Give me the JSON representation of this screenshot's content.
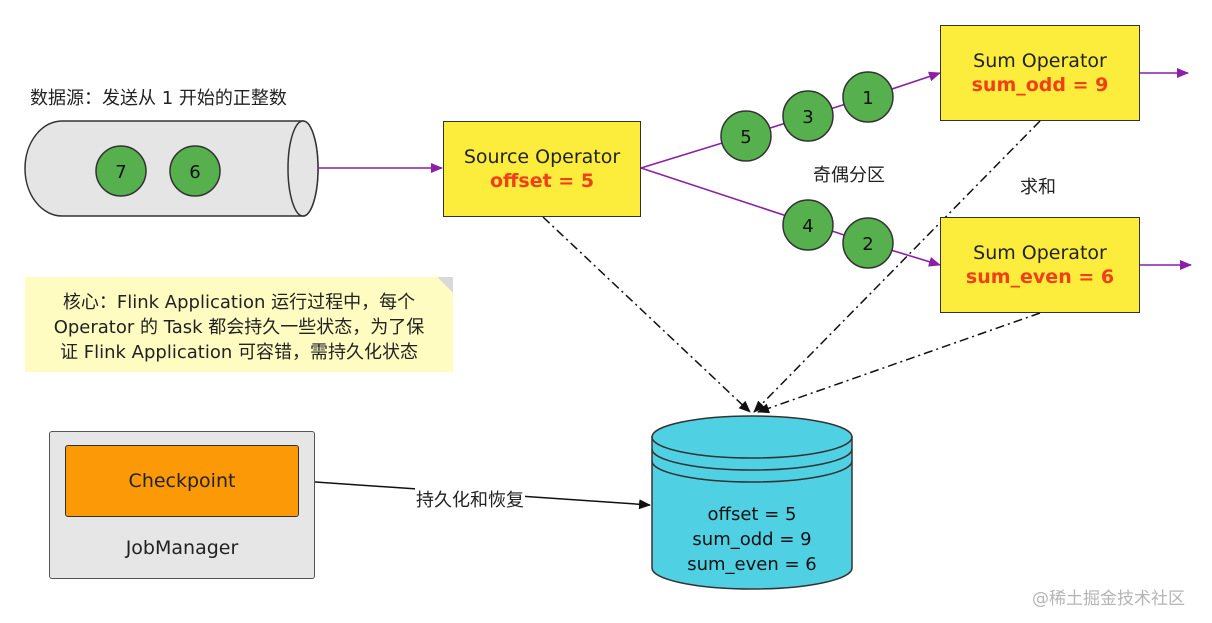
{
  "source_caption": "数据源：发送从 1 开始的正整数",
  "pipe_items": [
    "7",
    "6"
  ],
  "source_operator": {
    "title": "Source Operator",
    "state": "offset = 5"
  },
  "sum_odd_operator": {
    "title": "Sum Operator",
    "state": "sum_odd = 9"
  },
  "sum_even_operator": {
    "title": "Sum Operator",
    "state": "sum_even = 6"
  },
  "odd_stream_items": [
    "5",
    "3",
    "1"
  ],
  "even_stream_items": [
    "4",
    "2"
  ],
  "partition_label": "奇偶分区",
  "sum_label": "求和",
  "note_lines": [
    "核心：Flink Application 运行过程中，每个",
    "Operator 的 Task 都会持久一些状态，为了保",
    "证 Flink Application 可容错，需持久化状态"
  ],
  "checkpoint_label": "Checkpoint",
  "jobmanager_label": "JobManager",
  "persist_label": "持久化和恢复",
  "storage_lines": [
    "offset = 5",
    "sum_odd = 9",
    "sum_even = 6"
  ],
  "watermark": "@稀土掘金技术社区",
  "colors": {
    "operator_fill": "#fcec3b",
    "state_text": "#f0401a",
    "stream_node_fill": "#56b04d",
    "storage_fill": "#4fd0e3",
    "checkpoint_fill": "#fb9a06",
    "data_edge": "#8b1fa8"
  }
}
